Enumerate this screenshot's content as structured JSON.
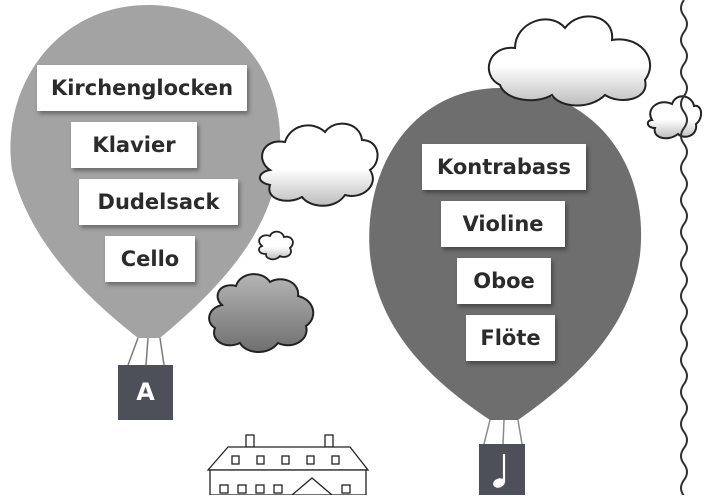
{
  "balloon_a": {
    "words": [
      "Kirchenglocken",
      "Klavier",
      "Dudelsack",
      "Cello"
    ],
    "basket_label": "A",
    "color": "#a3a3a3"
  },
  "balloon_b": {
    "words": [
      "Kontrabass",
      "Violine",
      "Oboe",
      "Flöte"
    ],
    "basket_icon": "eighth-note-icon",
    "color": "#6e6e6e"
  },
  "colors": {
    "basket": "#4d5058",
    "cloud_fill": "#ffffff",
    "cloud_shadow": "#c4c4c4",
    "dark_cloud": "#8a8a8a",
    "outline": "#222222"
  }
}
